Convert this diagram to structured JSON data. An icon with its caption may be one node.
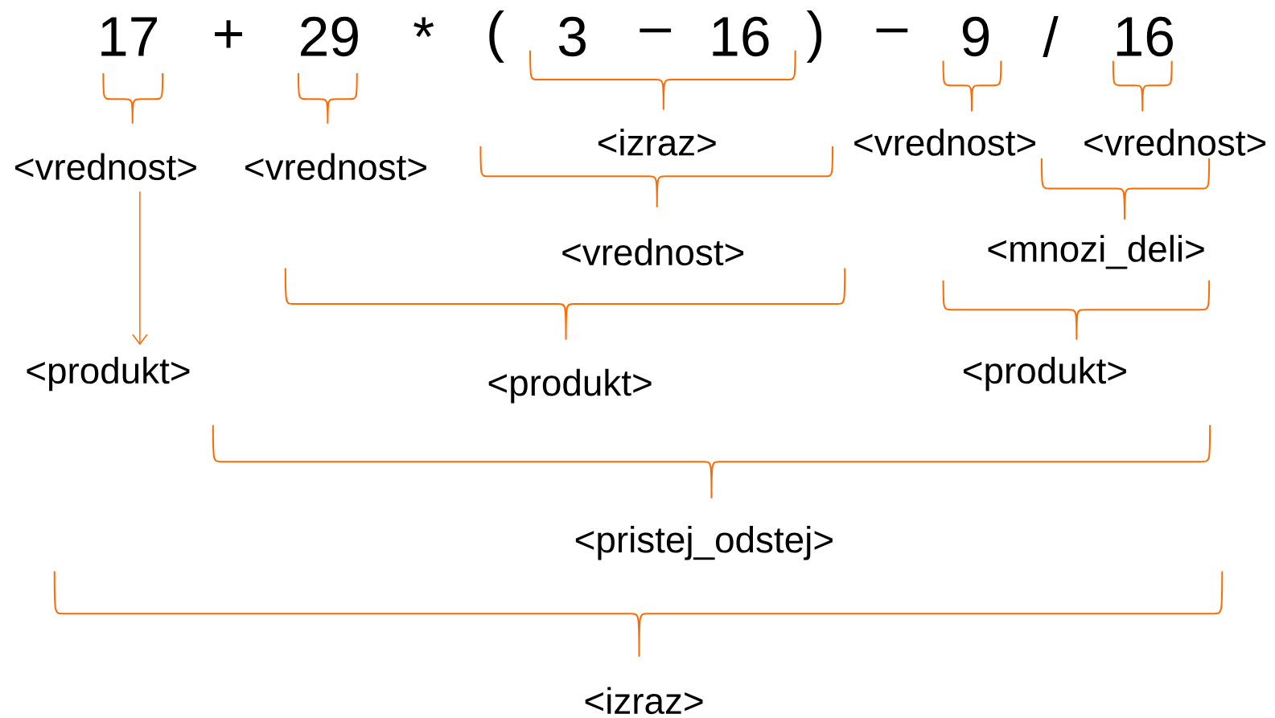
{
  "diagram": {
    "nodes": [
      {
        "text": [
          "<vrednost>"
        ]
      },
      {
        "text": [
          "<produkt>"
        ]
      }
    ],
    "edges": [
      {
        "from": 0,
        "to": 1,
        "arrow": "to"
      }
    ],
    "labels": [
      "17",
      "+",
      "29",
      "*",
      "(",
      "3",
      "–",
      "16",
      ")",
      "–",
      "9",
      "/",
      "16",
      "<izraz>",
      "<vrednost>",
      "<vrednost>",
      "<vrednost>",
      "<vrednost>",
      "<mnozi_deli>",
      "<produkt>",
      "<produkt>",
      "<pristej_odstej>",
      "<izraz>"
    ]
  }
}
